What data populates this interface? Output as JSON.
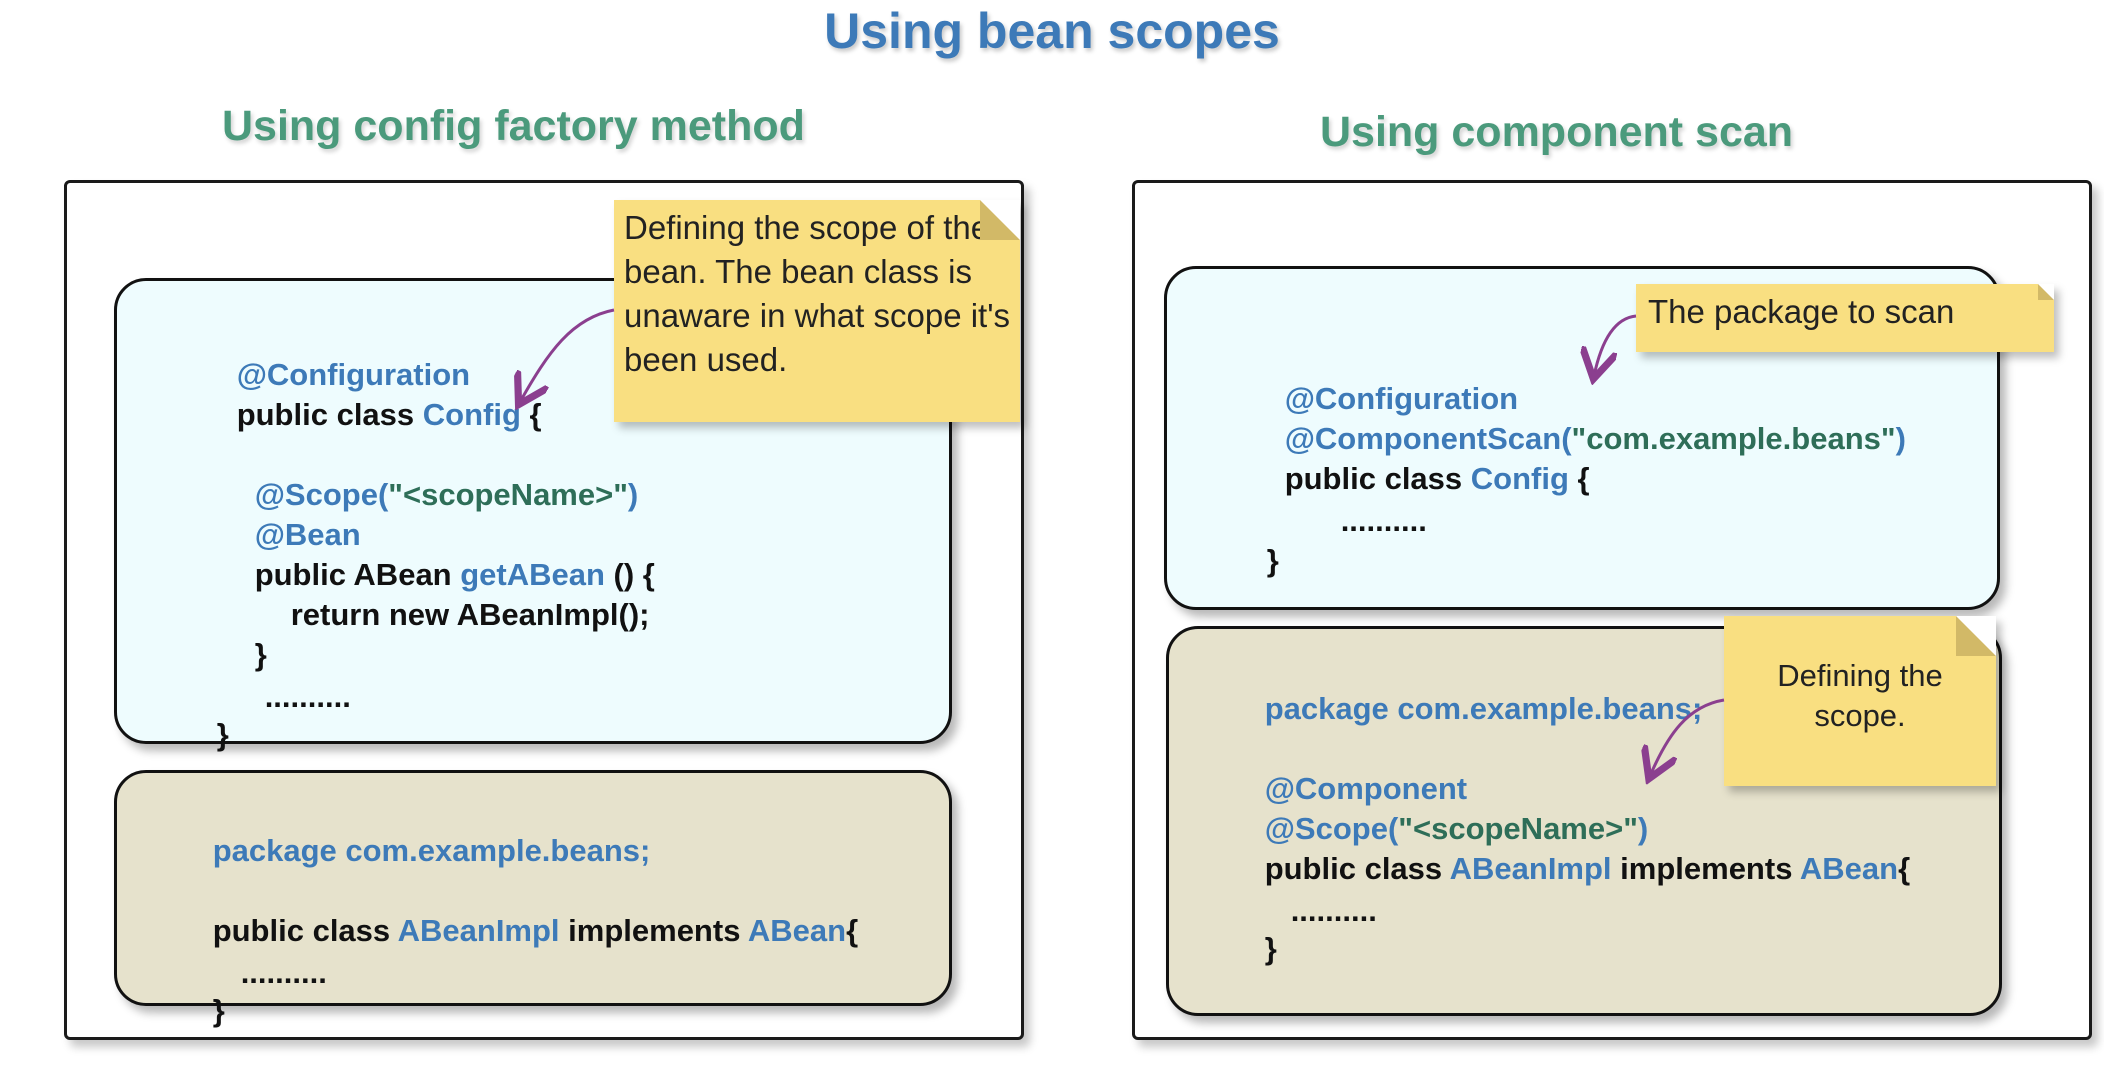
{
  "title": "Using bean scopes",
  "left": {
    "heading": "Using config factory method",
    "config_lines": [
      [
        "@Configuration"
      ],
      [
        "public class ",
        "Config",
        " {"
      ],
      [
        "@Scope(",
        "\"<scopeName>\"",
        ")"
      ],
      [
        "@Bean"
      ],
      [
        "public ABean ",
        "getABean",
        " () {"
      ],
      [
        "return new ABeanImpl();"
      ],
      [
        "}"
      ],
      [
        ".........."
      ],
      [
        "}"
      ]
    ],
    "bean_lines": [
      [
        "package com.example.beans;"
      ],
      [
        "public class ",
        "ABeanImpl",
        " implements ",
        "ABean",
        "{"
      ],
      [
        ".........."
      ],
      [
        "}"
      ]
    ],
    "note": "Defining the scope of the bean. The bean class is unaware in what scope it's been used."
  },
  "right": {
    "heading": "Using component scan",
    "config_lines": [
      [
        "@Configuration"
      ],
      [
        "@ComponentScan(",
        "\"com.example.beans\"",
        ")"
      ],
      [
        "public class ",
        "Config",
        " {"
      ],
      [
        ".........."
      ],
      [
        "}"
      ]
    ],
    "bean_lines": [
      [
        "package com.example.beans;"
      ],
      [
        "@Component"
      ],
      [
        "@Scope(",
        "\"<scopeName>\"",
        ")"
      ],
      [
        "public class ",
        "ABeanImpl",
        " implements ",
        "ABean",
        "{"
      ],
      [
        ".........."
      ],
      [
        "}"
      ]
    ],
    "note_package": "The package to scan",
    "note_scope": "Defining the scope."
  },
  "colors": {
    "title": "#3d7ab8",
    "heading": "#4b9a7c",
    "keyword_blue": "#3d7ab8",
    "string_green": "#2e6e58",
    "note_yellow": "#f9df81",
    "arrow_purple": "#8b3f8f",
    "config_box": "#eefcfe",
    "bean_box": "#e6e2cc"
  }
}
